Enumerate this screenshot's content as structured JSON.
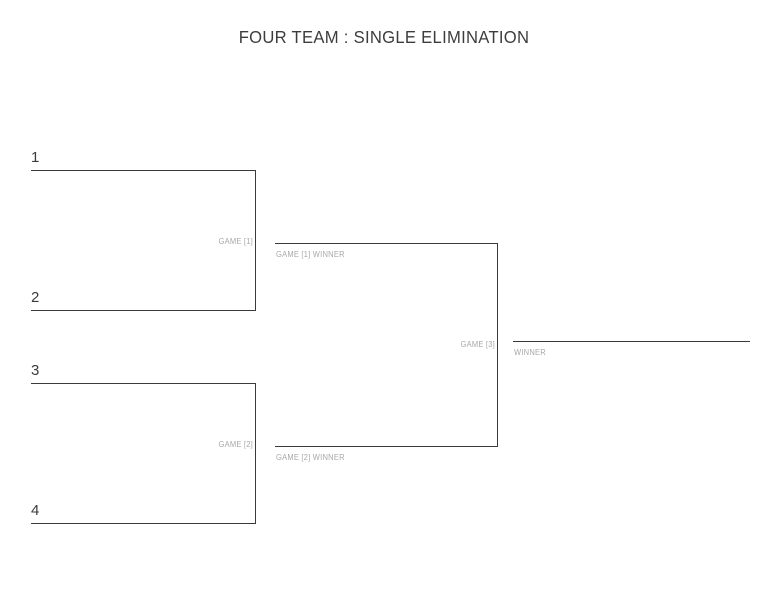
{
  "page": {
    "title": "FOUR TEAM : SINGLE ELIMINATION",
    "background_color": "#ffffff",
    "line_color": "#3a3a3a",
    "label_color": "#a8a8a8",
    "seed_color": "#3b3b3b"
  },
  "bracket": {
    "format": "single-elimination",
    "team_count": 4,
    "rounds": [
      {
        "name": "round-1",
        "matches": [
          {
            "id": "game-1",
            "label": "GAME [1]",
            "slots": [
              {
                "seed": "1"
              },
              {
                "seed": "2"
              }
            ]
          },
          {
            "id": "game-2",
            "label": "GAME [2]",
            "slots": [
              {
                "seed": "3"
              },
              {
                "seed": "4"
              }
            ]
          }
        ]
      },
      {
        "name": "round-2",
        "matches": [
          {
            "id": "game-3",
            "label": "GAME [3]",
            "slots": [
              {
                "label": "GAME [1] WINNER"
              },
              {
                "label": "GAME [2] WINNER"
              }
            ]
          }
        ]
      },
      {
        "name": "final-result",
        "matches": [
          {
            "id": "champion",
            "label": "WINNER",
            "slots": []
          }
        ]
      }
    ]
  },
  "labels": {
    "seed_1": "1",
    "seed_2": "2",
    "seed_3": "3",
    "seed_4": "4",
    "game_1": "GAME [1]",
    "game_2": "GAME [2]",
    "game_3": "GAME [3]",
    "game_1_winner": "GAME [1] WINNER",
    "game_2_winner": "GAME [2] WINNER",
    "winner": "WINNER"
  }
}
